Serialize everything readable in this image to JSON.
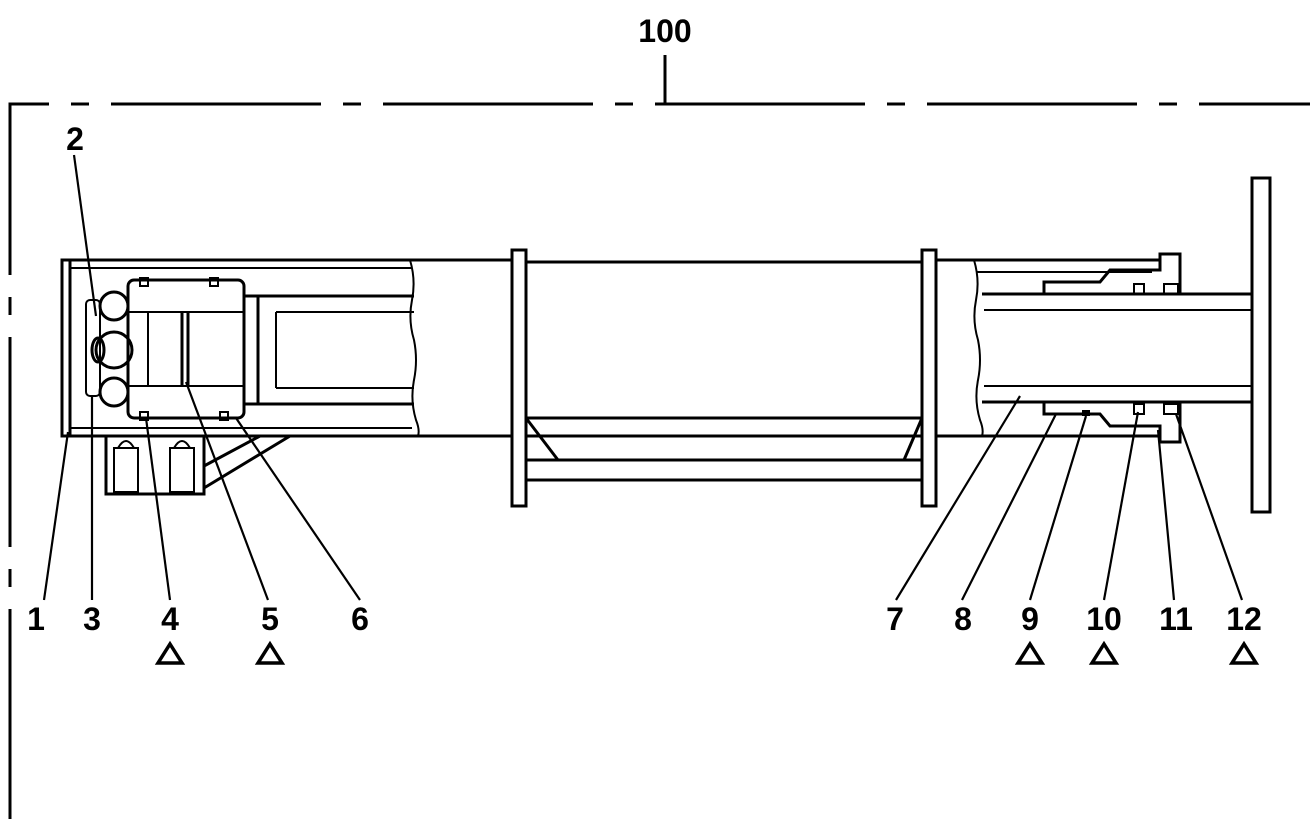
{
  "assembly": {
    "label": "100"
  },
  "callouts": [
    {
      "id": "1",
      "label": "1",
      "warning": false
    },
    {
      "id": "2",
      "label": "2",
      "warning": false
    },
    {
      "id": "3",
      "label": "3",
      "warning": false
    },
    {
      "id": "4",
      "label": "4",
      "warning": true
    },
    {
      "id": "5",
      "label": "5",
      "warning": true
    },
    {
      "id": "6",
      "label": "6",
      "warning": false
    },
    {
      "id": "7",
      "label": "7",
      "warning": false
    },
    {
      "id": "8",
      "label": "8",
      "warning": false
    },
    {
      "id": "9",
      "label": "9",
      "warning": true
    },
    {
      "id": "10",
      "label": "10",
      "warning": true
    },
    {
      "id": "11",
      "label": "11",
      "warning": false
    },
    {
      "id": "12",
      "label": "12",
      "warning": true
    }
  ],
  "warning_symbol": "triangle-outline-icon",
  "colors": {
    "line": "#000000",
    "background": "#ffffff"
  }
}
